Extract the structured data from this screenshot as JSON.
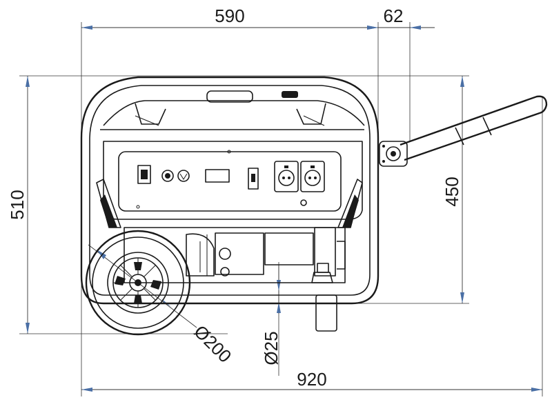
{
  "dimensions": {
    "overall_width": "920",
    "frame_width": "590",
    "handle_offset": "62",
    "overall_height": "510",
    "frame_height": "450",
    "wheel_diameter": "Ø200",
    "axle_diameter": "Ø25"
  },
  "colors": {
    "line": "#1a1a1a",
    "arrow": "#4a6fa5",
    "background": "#ffffff"
  },
  "icons": [
    "outlet-socket-icon",
    "switch-icon",
    "voltmeter-icon",
    "wheel-icon",
    "handle-icon"
  ]
}
